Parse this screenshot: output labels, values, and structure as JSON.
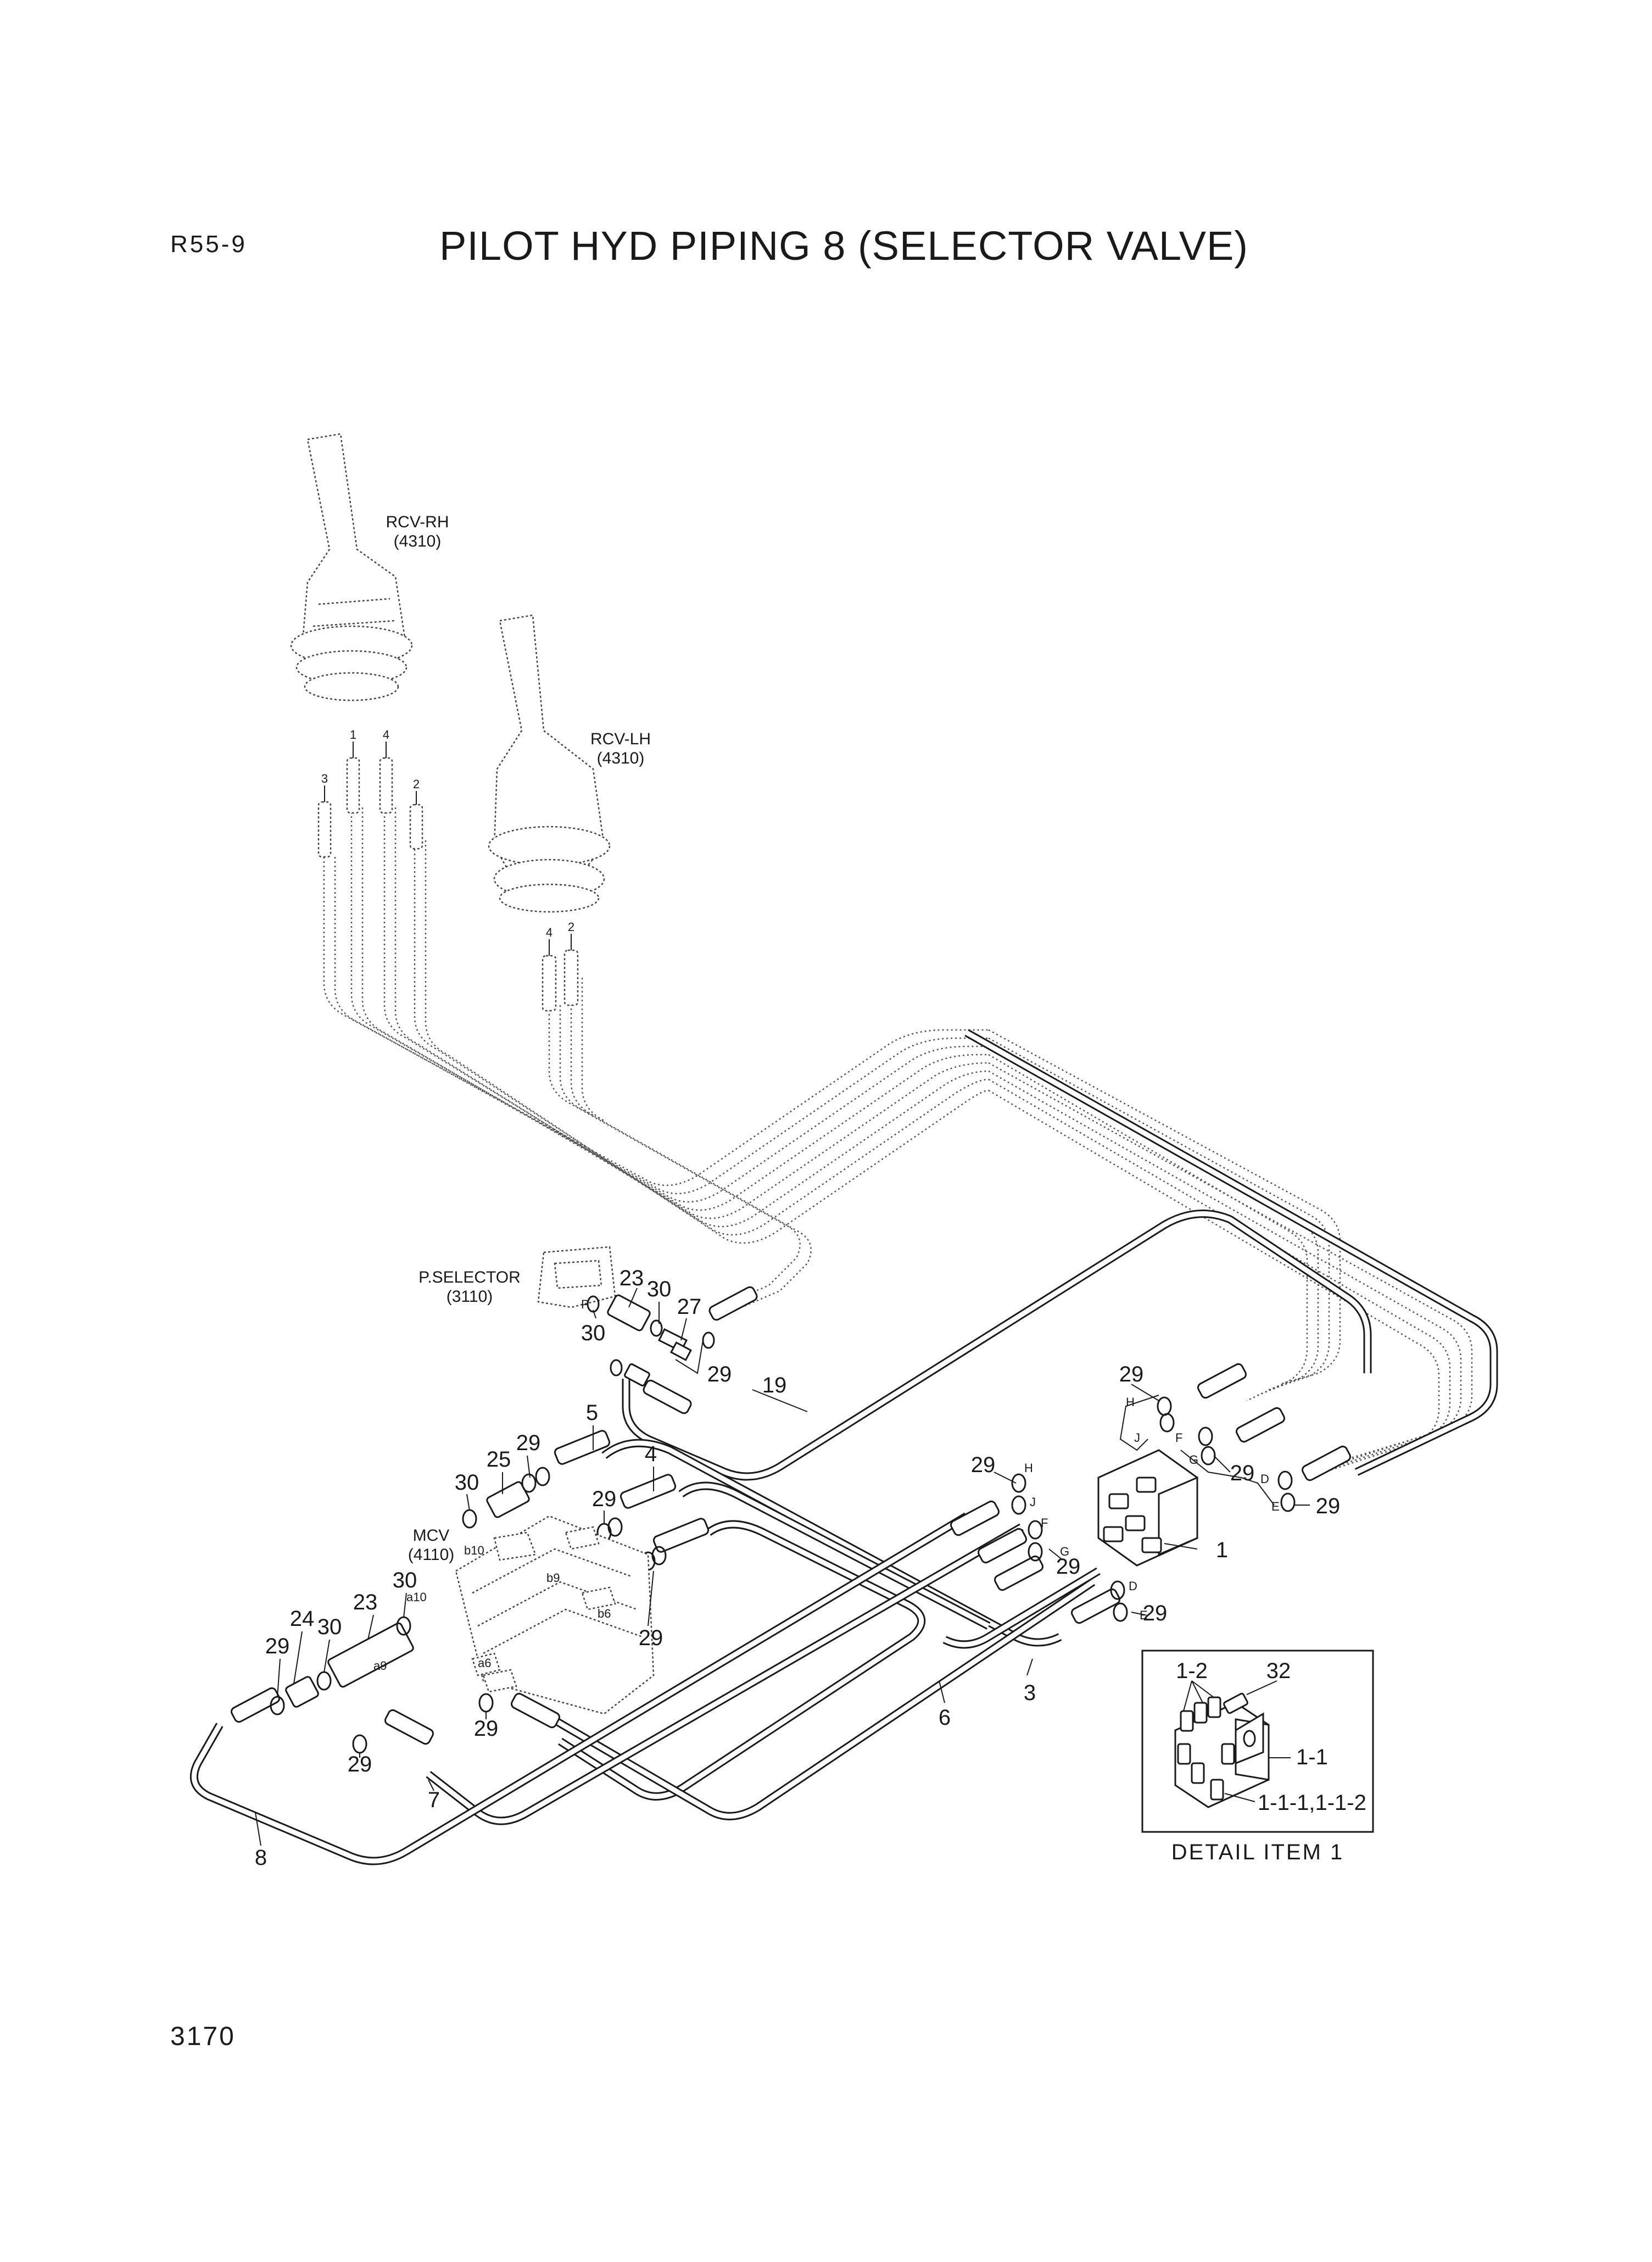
{
  "header": {
    "model_code": "R55-9",
    "title": "PILOT HYD PIPING 8 (SELECTOR VALVE)"
  },
  "footer": {
    "page_number": "3170"
  },
  "components": {
    "rcv_rh": {
      "name": "RCV-RH",
      "ref": "(4310)"
    },
    "rcv_lh": {
      "name": "RCV-LH",
      "ref": "(4310)"
    },
    "p_selector": {
      "name": "P.SELECTOR",
      "ref": "(3110)"
    },
    "mcv": {
      "name": "MCV",
      "ref": "(4110)"
    }
  },
  "port_labels": {
    "rh_3": "3",
    "rh_1": "1",
    "rh_4": "4",
    "rh_2": "2",
    "lh_4": "4",
    "lh_2": "2",
    "p": "P",
    "b10": "b10",
    "b9": "b9",
    "b6": "b6",
    "a10": "a10",
    "a9": "a9",
    "a6": "a6",
    "h1": "H",
    "j1": "J",
    "f1": "F",
    "g1": "G",
    "d1": "D",
    "e1": "E",
    "h2": "H",
    "j2": "J",
    "f2": "F",
    "g2": "G",
    "d2": "D",
    "e2": "E"
  },
  "callouts": {
    "c23a": "23",
    "c30a": "30",
    "c27": "27",
    "c30b": "30",
    "c29a": "29",
    "c19": "19",
    "c5": "5",
    "c29b": "29",
    "c25": "25",
    "c30c": "30",
    "c4": "4",
    "c29c": "29",
    "c29d": "29",
    "c30d": "30",
    "c23b": "23",
    "c24": "24",
    "c30e": "30",
    "c29e": "29",
    "c29f": "29",
    "c29g": "29",
    "c7": "7",
    "c8": "8",
    "c6": "6",
    "c3": "3",
    "c29h": "29",
    "c29i": "29",
    "c29j": "29",
    "c29k": "29",
    "c29l": "29",
    "c1": "1"
  },
  "detail": {
    "caption": "DETAIL ITEM 1",
    "labels": {
      "l12": "1-2",
      "l32": "32",
      "l11": "1-1",
      "l111": "1-1-1,1-1-2"
    }
  }
}
